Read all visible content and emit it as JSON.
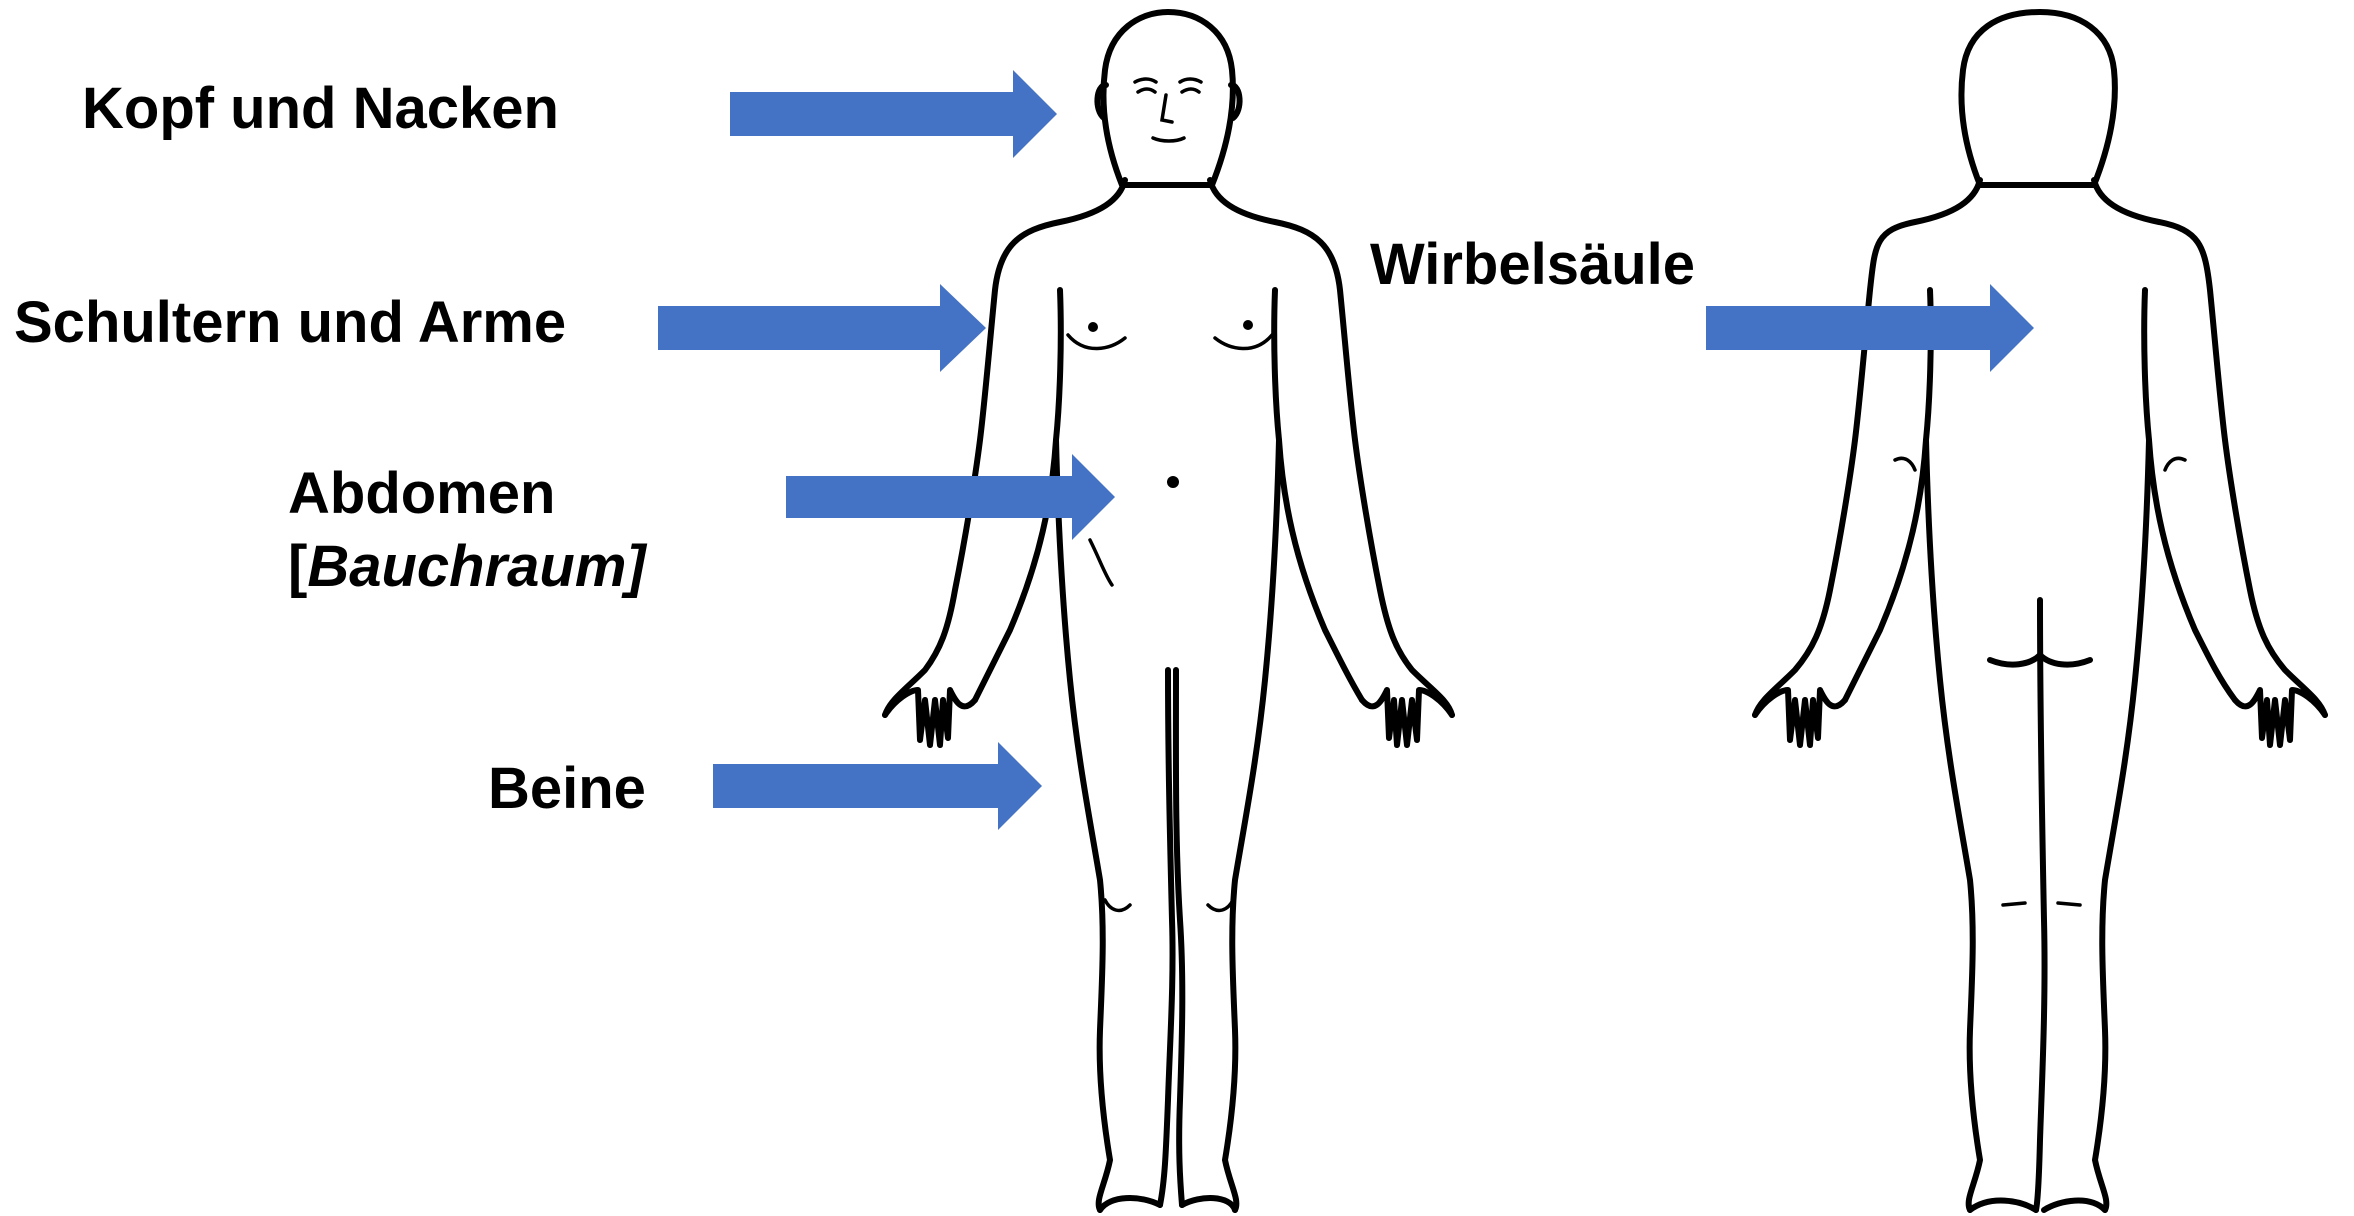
{
  "labels": {
    "head_neck": "Kopf und Nacken",
    "shoulders_arms": "Schultern und Arme",
    "abdomen": "Abdomen",
    "abdomen_bracket_open": "[",
    "abdomen_german": "Bauchraum]",
    "legs": "Beine",
    "spine": "Wirbelsäule"
  },
  "colors": {
    "arrow": "#4472C4",
    "outline": "#000000",
    "background": "#FFFFFF"
  }
}
